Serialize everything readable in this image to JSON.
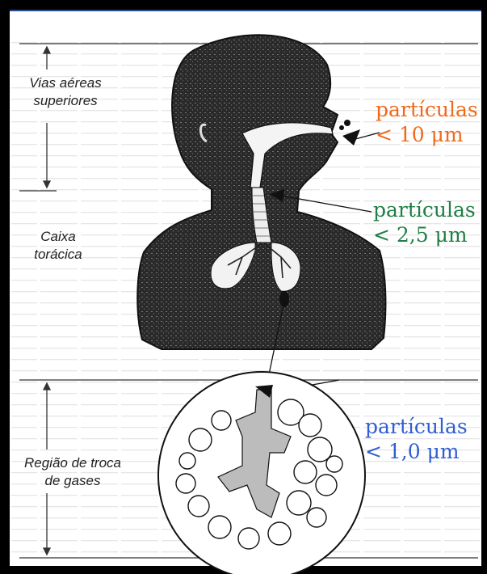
{
  "regions": [
    {
      "label": "Vias aéreas superiores"
    },
    {
      "label": "Caixa torácica"
    },
    {
      "label": "Região de troca de gases"
    }
  ],
  "particles": [
    {
      "word": "partículas",
      "size": "< 10 μm",
      "color": "#f06a1c"
    },
    {
      "word": "partículas",
      "size": "< 2,5 μm",
      "color": "#1f7f45"
    },
    {
      "word": "partículas",
      "size": "< 1,0 μm",
      "color": "#2f5fd0"
    }
  ]
}
